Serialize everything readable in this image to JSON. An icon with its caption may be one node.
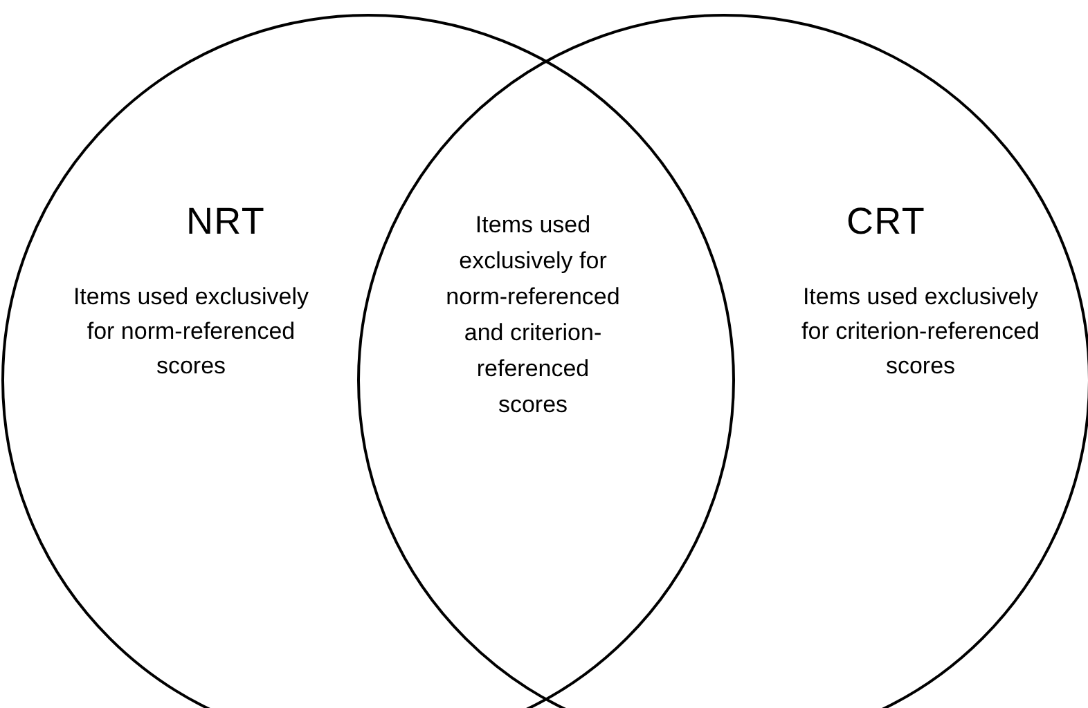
{
  "diagram": {
    "nodes": [
      {
        "text": [
          "NRT",
          "Items used exclusively for norm-referenced scores"
        ]
      },
      {
        "text": [
          "CRT",
          "Items used exclusively for criterion-referenced scores"
        ]
      }
    ],
    "labels": [
      "Items used exclusively for norm-referenced and criterion-referenced scores"
    ]
  }
}
